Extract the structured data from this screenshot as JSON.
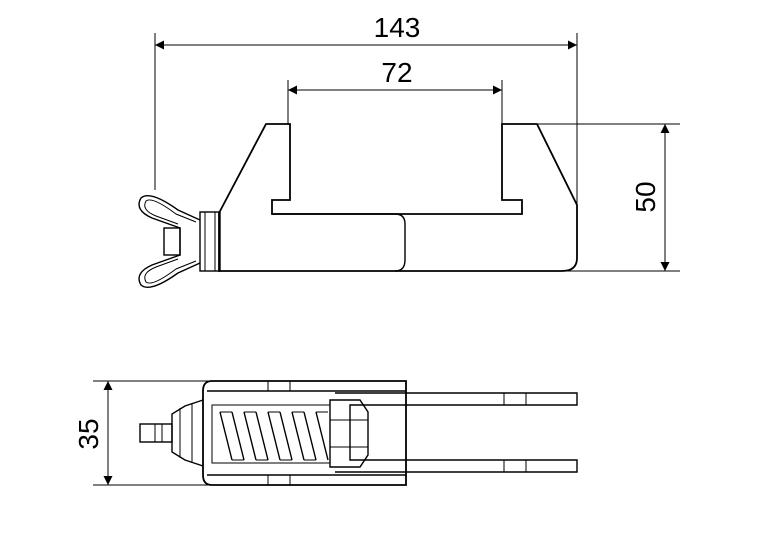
{
  "dimensions": {
    "overall_width": "143",
    "inner_width": "72",
    "height": "50",
    "depth": "35"
  }
}
